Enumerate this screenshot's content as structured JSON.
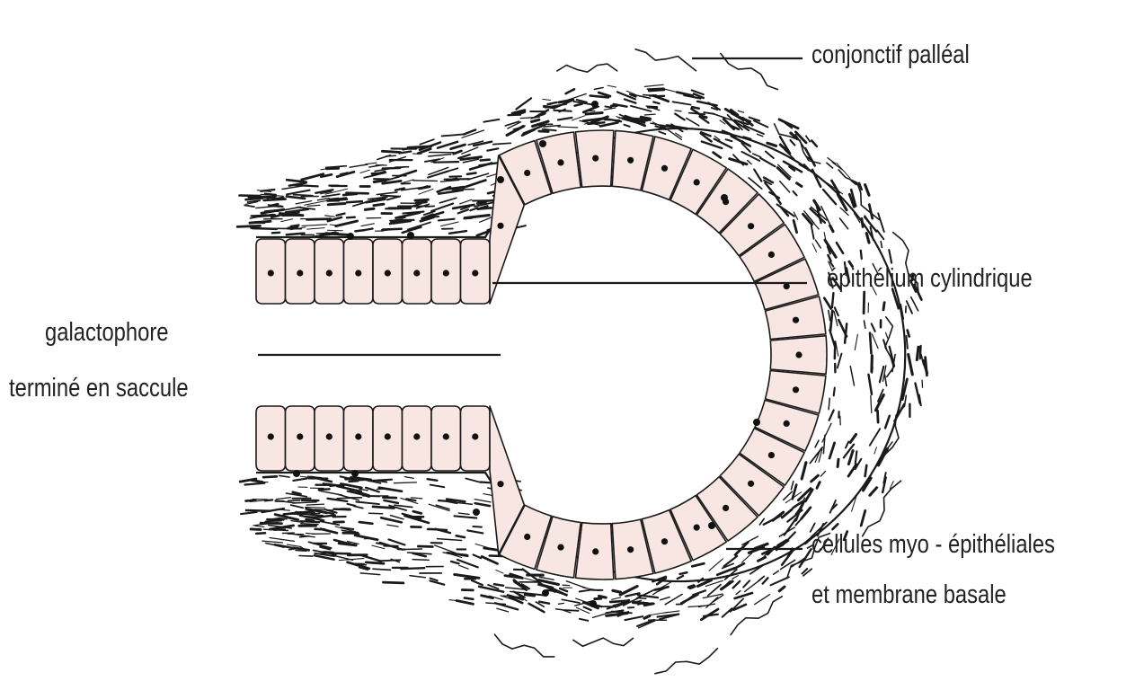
{
  "diagram": {
    "labels": {
      "conjonctif": "conjonctif palléal",
      "epithelium": "épithélium cylindrique",
      "galactophore_line1": "galactophore",
      "galactophore_line2": "terminé en saccule",
      "myo_line1": "cellules myo - épithéliales",
      "myo_line2": "et membrane basale"
    },
    "colors": {
      "cell_fill": "#f7e6e2",
      "outline": "#1a1a1a",
      "background": "#ffffff"
    }
  }
}
